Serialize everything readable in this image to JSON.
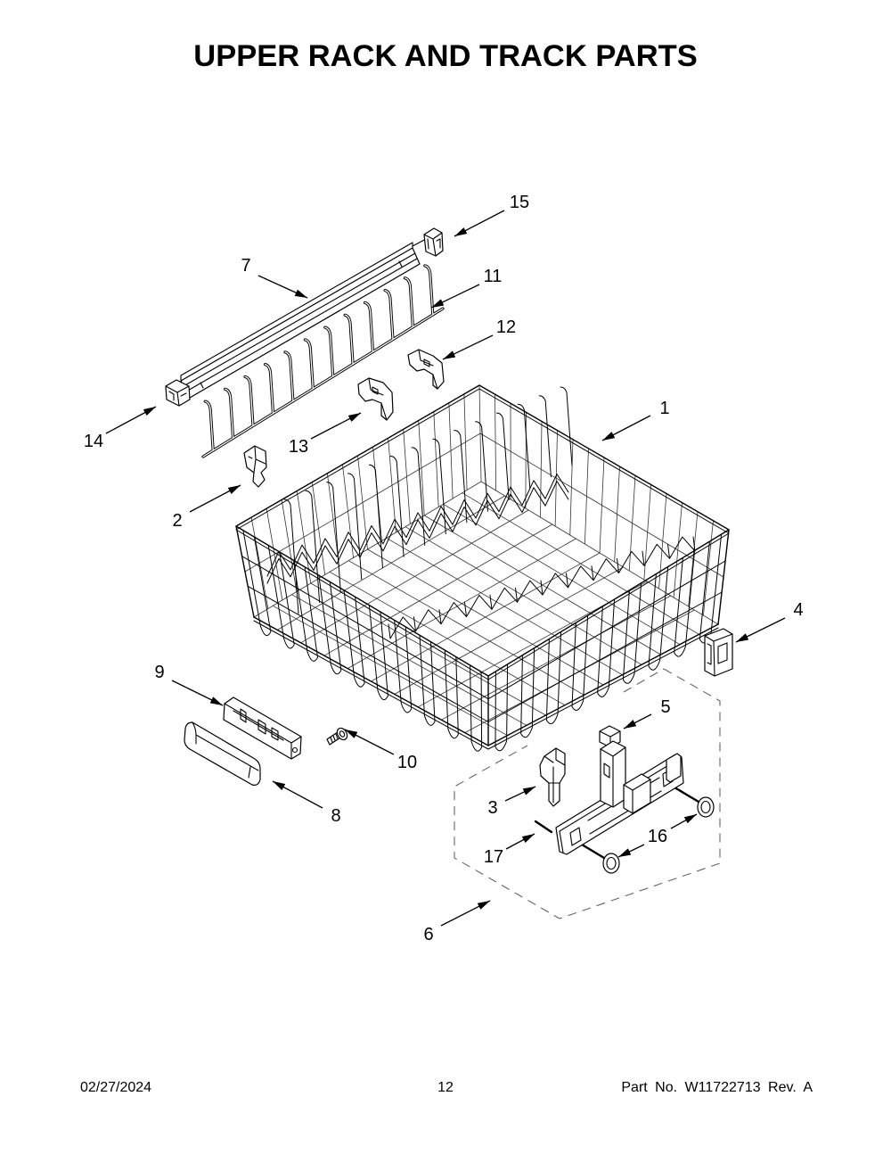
{
  "title": "UPPER RACK AND TRACK PARTS",
  "callouts": [
    "1",
    "2",
    "3",
    "4",
    "5",
    "6",
    "7",
    "8",
    "9",
    "10",
    "11",
    "12",
    "13",
    "14",
    "15",
    "16",
    "17"
  ],
  "footer": {
    "date": "02/27/2024",
    "page": "12",
    "part_no": "Part No. W11722713 Rev. A"
  },
  "colors": {
    "ink": "#000000",
    "dashed_outline": "#666666",
    "background": "#ffffff"
  }
}
